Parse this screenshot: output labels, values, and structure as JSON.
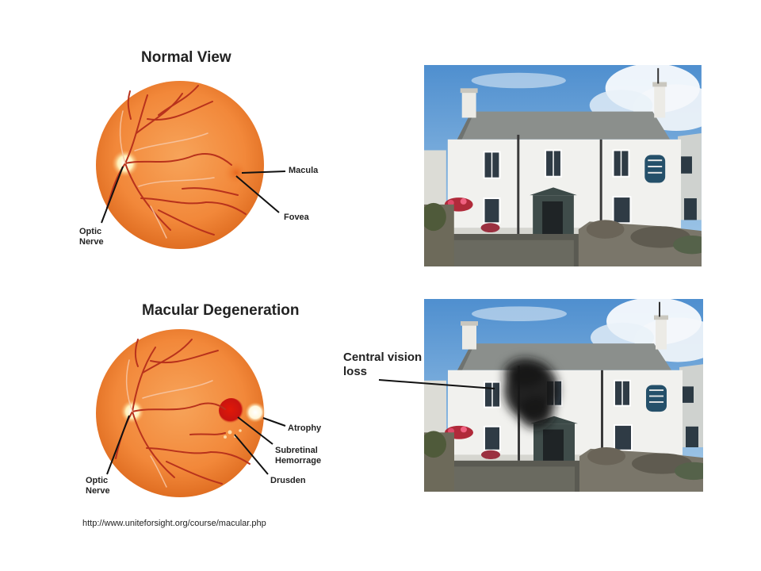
{
  "normal": {
    "title": "Normal View",
    "labels": {
      "macula": "Macula",
      "fovea": "Fovea",
      "optic_nerve_line1": "Optic",
      "optic_nerve_line2": "Nerve"
    }
  },
  "degeneration": {
    "title": "Macular Degeneration",
    "labels": {
      "atrophy": "Atrophy",
      "hemorrhage_line1": "Subretinal",
      "hemorrhage_line2": "Hemorrage",
      "drusden": "Drusden",
      "optic_nerve_line1": "Optic",
      "optic_nerve_line2": "Nerve"
    },
    "vision_loss_line1": "Central vision",
    "vision_loss_line2": "loss"
  },
  "source_url": "http://www.uniteforsight.org/course/macular.php",
  "colors": {
    "retina": "#f2883a",
    "vessel": "#b8321c",
    "optic_disc": "#fff4c8",
    "hemorrhage": "#d81a10",
    "sky": "#6ea6d8",
    "wall": "#f1f1ee",
    "roof": "#8b8f8c",
    "scotoma": "#141414"
  }
}
